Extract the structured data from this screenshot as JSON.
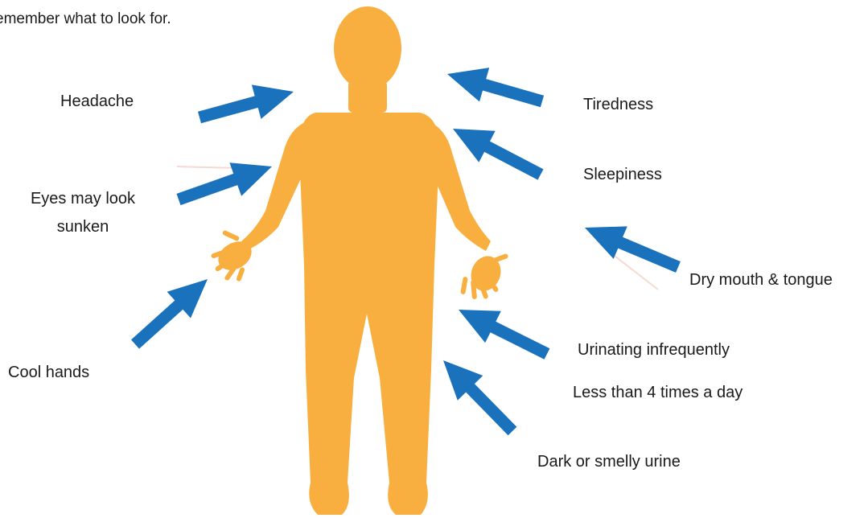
{
  "intro_text": "emember what to look for.",
  "colors": {
    "figure": "#F8AF3F",
    "arrow": "#1A71BC",
    "text": "#1A1A1A"
  },
  "icons": [
    "human-figure-icon",
    "arrow-icon"
  ],
  "symptoms": {
    "headache": "Headache",
    "eyes_line1": "Eyes may look",
    "eyes_line2": "sunken",
    "cool_hands": "Cool hands",
    "tiredness": "Tiredness",
    "sleepiness": "Sleepiness",
    "dry_mouth": "Dry mouth & tongue",
    "urinating": "Urinating infrequently",
    "less_than": "Less than 4 times a day",
    "dark_urine": "Dark or smelly urine"
  }
}
